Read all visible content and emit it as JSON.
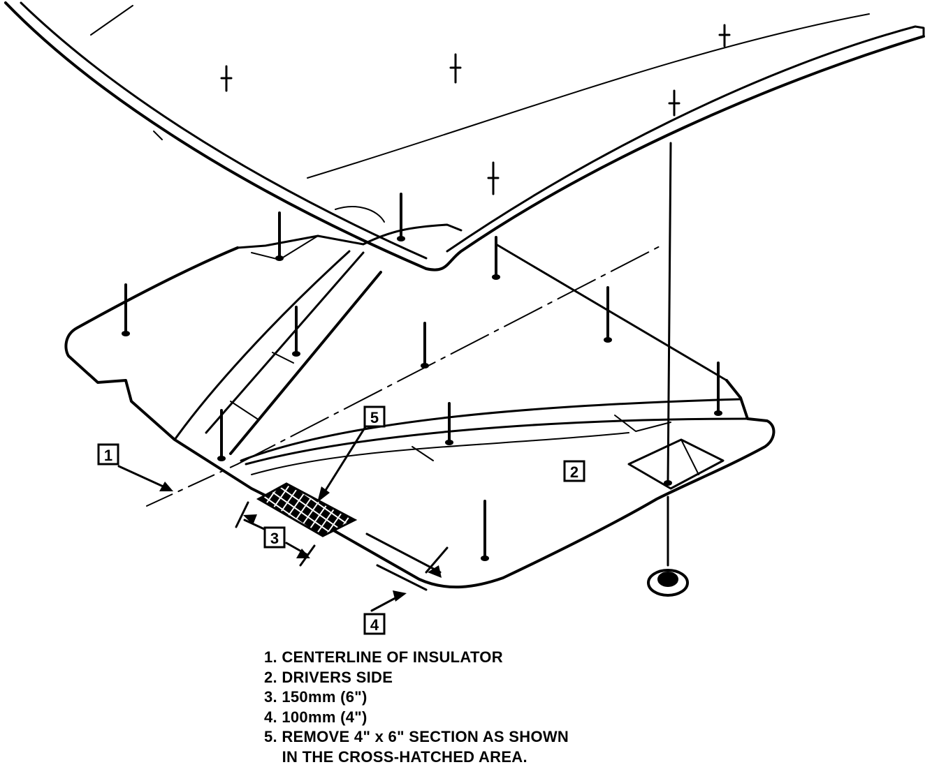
{
  "callouts": [
    "1",
    "2",
    "3",
    "4",
    "5"
  ],
  "legend": {
    "items": [
      "1. CENTERLINE OF INSULATOR",
      "2. DRIVERS SIDE",
      "3. 150mm (6\")",
      "4. 100mm (4\")",
      "5. REMOVE 4\" x 6\" SECTION AS SHOWN",
      "    IN THE CROSS-HATCHED AREA."
    ]
  }
}
